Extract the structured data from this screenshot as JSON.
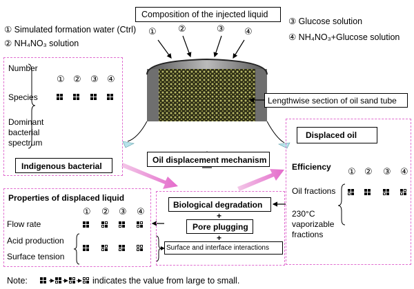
{
  "top": {
    "title": "Composition of the injected liquid",
    "legend": [
      "① Simulated formation water (Ctrl)",
      "② NH₄NO₃ solution",
      "③ Glucose solution",
      "④ NH₄NO₃+Glucose solution"
    ],
    "markers": [
      "①",
      "②",
      "③",
      "④"
    ]
  },
  "tube_label": "Lengthwise section of oil sand tube",
  "indigenous": {
    "title": "Indigenous bacterial",
    "rows": [
      "Number",
      "Species",
      "Dominant",
      "bacterial",
      "spectrum"
    ],
    "markers": [
      "①",
      "②",
      "③",
      "④"
    ]
  },
  "mechanism": {
    "title": "Oil displacement mechanism",
    "bio": "Biological degradation",
    "plus1": "+",
    "pore": "Pore plugging",
    "plus2": "+",
    "surface": "Surface and interface interactions"
  },
  "displaced_oil": {
    "title": "Displaced oil",
    "efficiency": "Efficiency",
    "rows": [
      "Oil fractions",
      "230°C",
      "vaporizable",
      "fractions"
    ],
    "markers": [
      "①",
      "②",
      "③",
      "④"
    ]
  },
  "properties": {
    "title": "Properties of displaced liquid",
    "rows": [
      "Flow rate",
      "Acid production",
      "Surface tension"
    ],
    "markers": [
      "①",
      "②",
      "③",
      "④"
    ]
  },
  "note": {
    "prefix": "Note:",
    "suffix": "indicates  the value from large to small."
  }
}
